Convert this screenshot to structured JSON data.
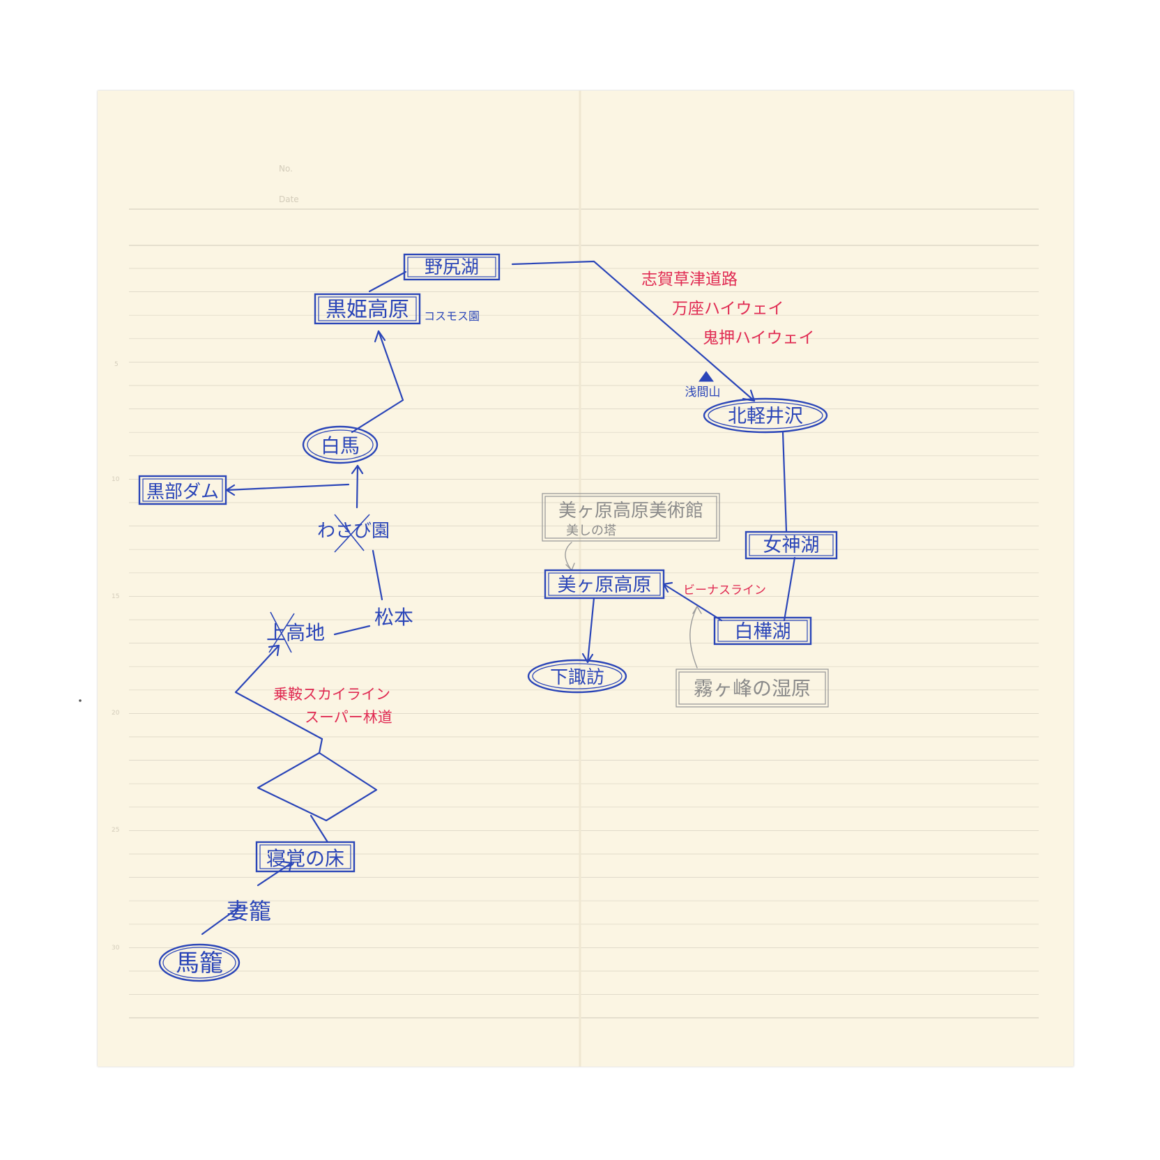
{
  "header": {
    "no_label": "No.",
    "date_label": "Date"
  },
  "line_numbers": [
    "5",
    "10",
    "15",
    "20",
    "25",
    "30"
  ],
  "colors": {
    "ink_blue": "#2a45b8",
    "ink_red": "#e02a52",
    "pencil": "#8a8a8a",
    "paper": "#fbf5e3",
    "rule": "#d8d2c2"
  },
  "nodes": {
    "magome": "馬籠",
    "tsumago": "妻籠",
    "nezame": "寝覚の床",
    "kamikochi": "上高地",
    "matsumoto": "松本",
    "wasabi": "わさび園",
    "kurobe": "黒部ダム",
    "hakuba": "白馬",
    "kurohime": "黒姫高原",
    "kurohime_note": "コスモス園",
    "nojiri": "野尻湖",
    "asama": "浅間山",
    "kitakaruizawa": "北軽井沢",
    "megami": "女神湖",
    "shirakaba": "白樺湖",
    "utsukushigahara": "美ヶ原高原",
    "museum": "美ヶ原高原美術館",
    "museum_note": "美しの塔",
    "shimosuwa": "下諏訪",
    "kirigamine": "霧ヶ峰の湿原"
  },
  "routes": {
    "norikura": "乗鞍スカイライン",
    "super_rindo": "スーパー林道",
    "shiga1": "志賀草津道路",
    "shiga2": "万座ハイウェイ",
    "shiga3": "鬼押ハイウェイ",
    "venus": "ビーナスライン"
  }
}
